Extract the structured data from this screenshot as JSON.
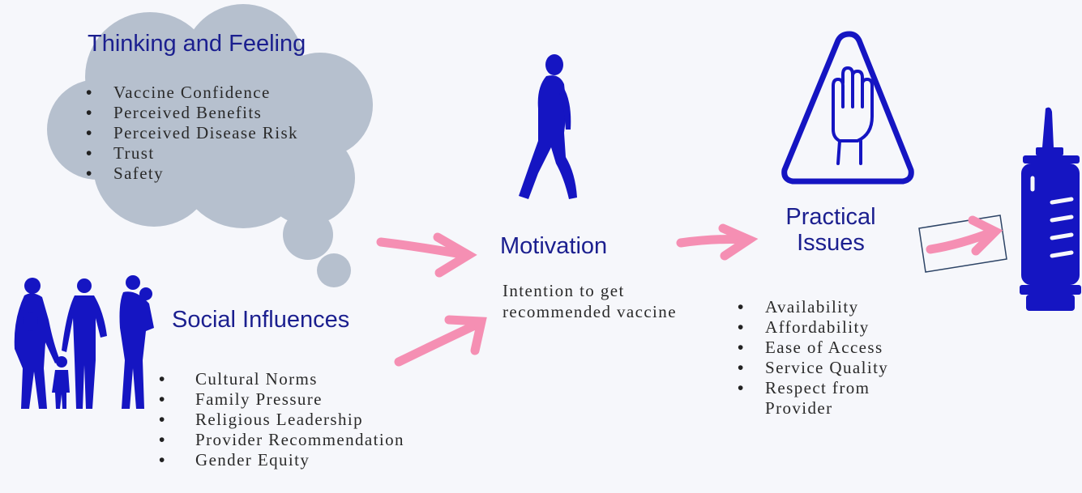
{
  "thinking": {
    "title": "Thinking and Feeling",
    "items": [
      "Vaccine Confidence",
      "Perceived Benefits",
      "Perceived Disease Risk",
      "Trust",
      "Safety"
    ]
  },
  "social": {
    "title": "Social Influences",
    "items": [
      "Cultural Norms",
      "Family Pressure",
      "Religious Leadership",
      "Provider Recommendation",
      "Gender Equity"
    ]
  },
  "motivation": {
    "title": "Motivation",
    "text": "Intention to get recommended vaccine"
  },
  "practical": {
    "title": "Practical Issues",
    "items": [
      "Availability",
      "Affordability",
      "Ease of Access",
      "Service Quality",
      "Respect from Provider"
    ]
  },
  "colors": {
    "cloud": "#b6c0ce",
    "figure": "#1515c2",
    "arrow": "#f58fb3",
    "heading": "#1b1f8f"
  },
  "icons": [
    "thought-cloud",
    "family-figures",
    "walking-person",
    "warning-hand",
    "vaccine-syringe"
  ]
}
